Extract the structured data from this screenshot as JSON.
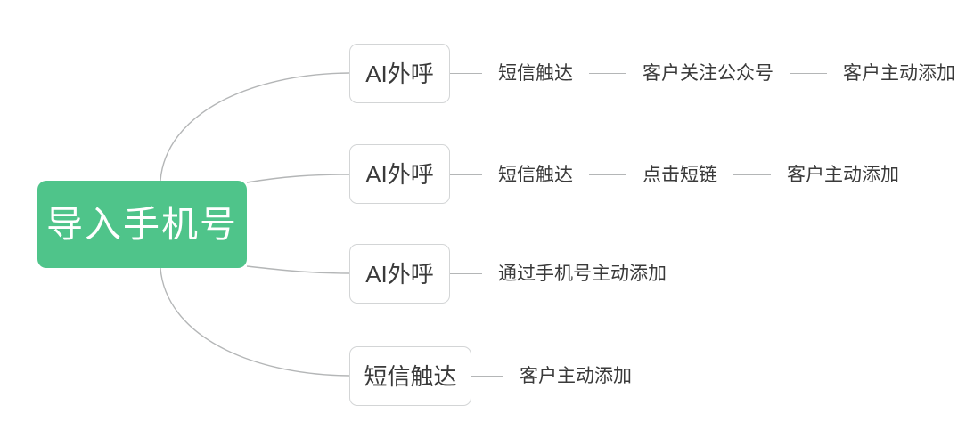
{
  "diagram": {
    "type": "mindmap",
    "title_node": "导入手机号",
    "colors": {
      "root_fill": "#4FC48A",
      "root_text": "#ffffff",
      "node_border": "#d3d5d6",
      "node_fill": "#ffffff",
      "node_text": "#3a3a3a",
      "connector": "#b4b6b7",
      "background": "#ffffff"
    },
    "root": {
      "label": "导入手机号"
    },
    "branches": [
      {
        "node_label": "AI外呼",
        "chain": [
          "短信触达",
          "客户关注公众号",
          "客户主动添加"
        ]
      },
      {
        "node_label": "AI外呼",
        "chain": [
          "短信触达",
          "点击短链",
          "客户主动添加"
        ]
      },
      {
        "node_label": "AI外呼",
        "chain": [
          "通过手机号主动添加"
        ]
      },
      {
        "node_label": "短信触达",
        "chain": [
          "客户主动添加"
        ]
      }
    ]
  }
}
